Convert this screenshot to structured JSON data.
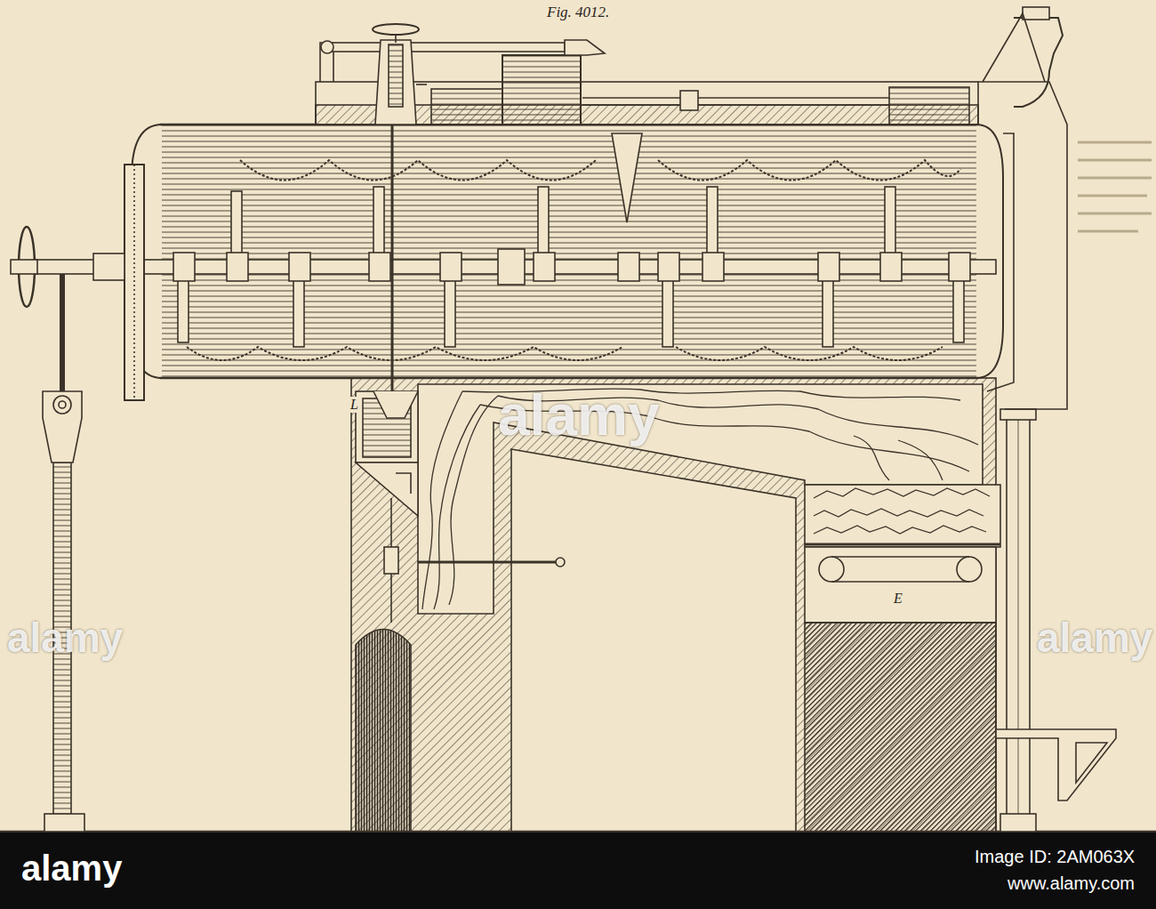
{
  "diagram": {
    "title": "Fig. 4012.",
    "labels": [
      "L",
      "E",
      "alamy",
      "alamy",
      "alamy",
      "alamy",
      "Image ID: 2AM063X",
      "www.alamy.com"
    ]
  }
}
